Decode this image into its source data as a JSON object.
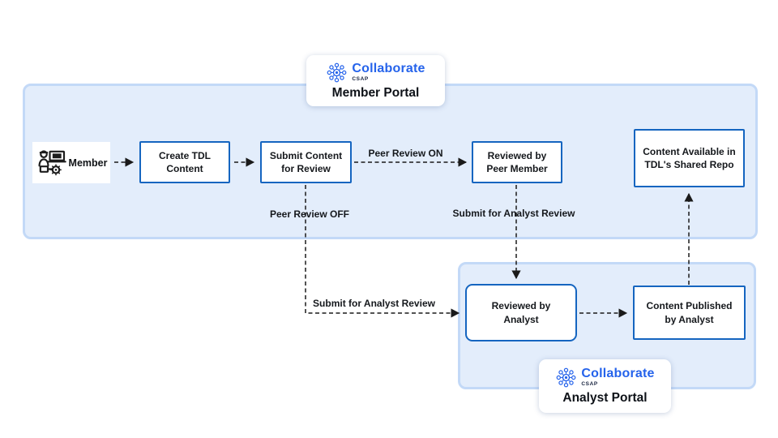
{
  "brand": {
    "name": "Collaborate",
    "sub": "CSAP"
  },
  "member_portal": {
    "title": "Member Portal",
    "actor": "Member",
    "nodes": [
      {
        "label": "Create TDL Content"
      },
      {
        "label": "Submit Content for Review"
      },
      {
        "label": "Reviewed by Peer Member"
      },
      {
        "label": "Content Available in TDL's Shared Repo"
      }
    ]
  },
  "analyst_portal": {
    "title": "Analyst Portal",
    "nodes": [
      {
        "label": "Reviewed by Analyst"
      },
      {
        "label": "Content Published by Analyst"
      }
    ]
  },
  "edge_labels": {
    "peer_review_on": "Peer Review ON",
    "peer_review_off": "Peer Review OFF",
    "submit_for_analyst_review_from_peer": "Submit for Analyst Review",
    "submit_for_analyst_review_direct": "Submit for Analyst Review"
  },
  "colors": {
    "node_border": "#1565C0",
    "container_fill": "#E3EDFB",
    "container_border": "#C3D9F7",
    "brand_blue": "#2563EB",
    "arrow": "#1A1A1A"
  }
}
